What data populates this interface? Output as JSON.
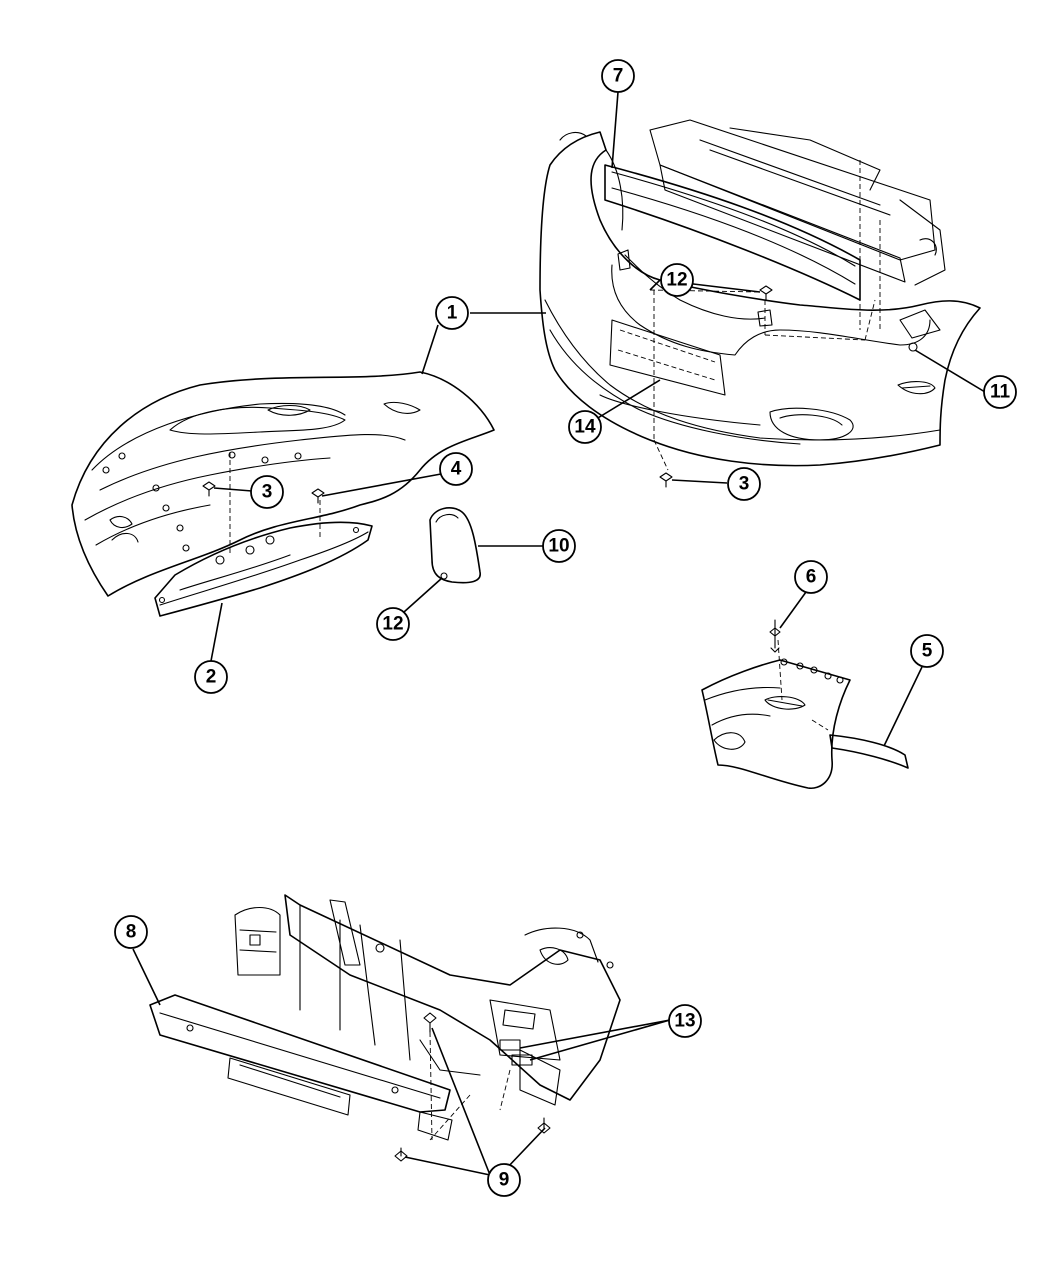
{
  "callouts": {
    "c1": "1",
    "c2": "2",
    "c3a": "3",
    "c3b": "3",
    "c4": "4",
    "c5": "5",
    "c6": "6",
    "c7": "7",
    "c8": "8",
    "c9": "9",
    "c10": "10",
    "c11": "11",
    "c12a": "12",
    "c12b": "12",
    "c13": "13",
    "c14": "14"
  }
}
